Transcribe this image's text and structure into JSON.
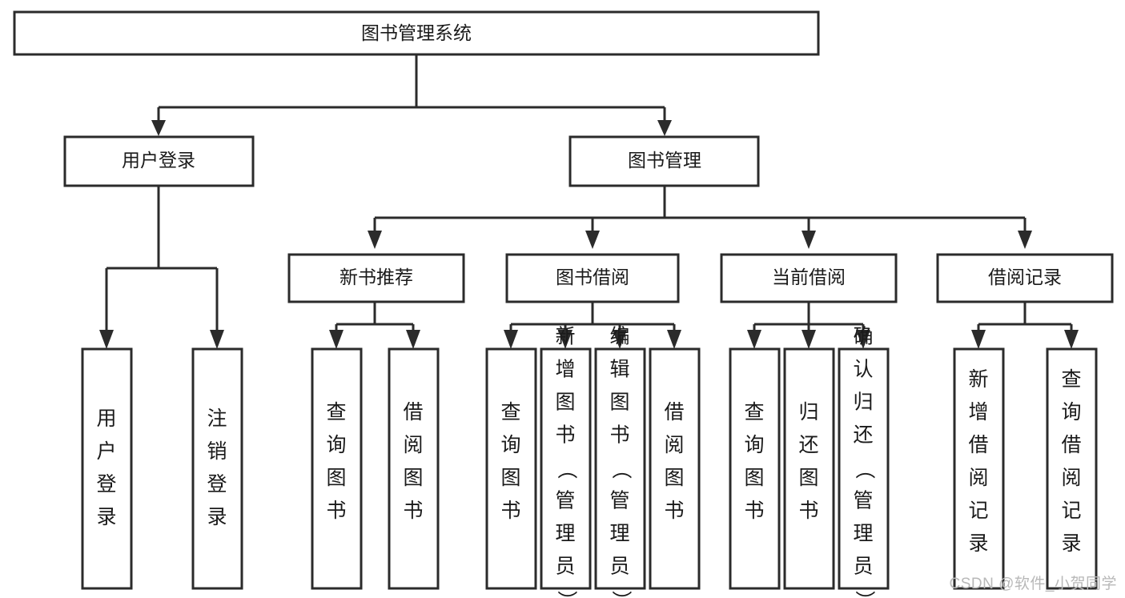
{
  "diagram": {
    "title": "图书管理系统",
    "type": "tree-hierarchy",
    "orientation": "top-down",
    "colors": {
      "stroke": "#2b2b2b",
      "fill": "#ffffff",
      "text": "#1a1a1a",
      "watermark": "#b8b8b8"
    },
    "root": {
      "label": "图书管理系统"
    },
    "level2": [
      {
        "label": "用户登录"
      },
      {
        "label": "图书管理"
      }
    ],
    "level3": [
      {
        "label": "新书推荐"
      },
      {
        "label": "图书借阅"
      },
      {
        "label": "当前借阅"
      },
      {
        "label": "借阅记录"
      }
    ],
    "leaves": {
      "user_login": [
        {
          "label": "用户登录"
        },
        {
          "label": "注销登录"
        }
      ],
      "new_book_recommend": [
        {
          "label": "查询图书"
        },
        {
          "label": "借阅图书"
        }
      ],
      "book_borrow": [
        {
          "label": "查询图书"
        },
        {
          "label": "新增图书（管理员）"
        },
        {
          "label": "编辑图书（管理员）"
        },
        {
          "label": "借阅图书"
        }
      ],
      "current_borrow": [
        {
          "label": "查询图书"
        },
        {
          "label": "归还图书"
        },
        {
          "label": "确认归还（管理员）"
        }
      ],
      "borrow_record": [
        {
          "label": "新增借阅记录"
        },
        {
          "label": "查询借阅记录"
        }
      ]
    }
  },
  "watermark": {
    "text": "CSDN @软件_小贺同学"
  }
}
